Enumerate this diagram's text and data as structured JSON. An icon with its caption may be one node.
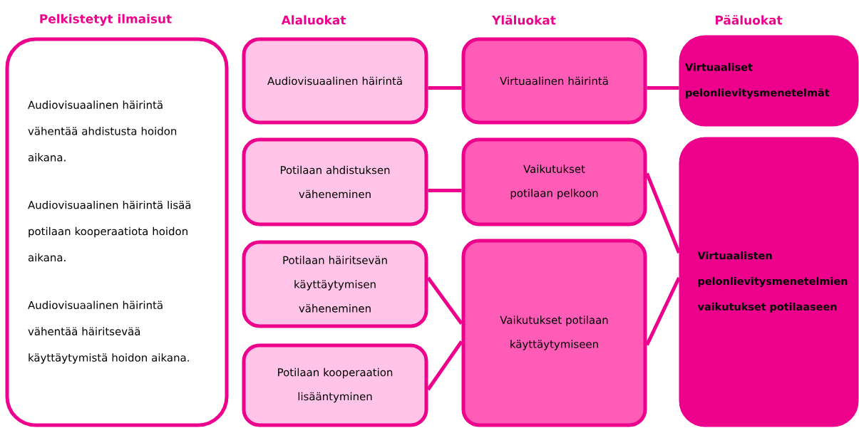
{
  "diagram": {
    "nodes": [
      {
        "text": [
          "Audiovisuaalinen häirintä vähentää ahdistusta hoidon aikana.",
          "Audiovisuaalinen häirintä lisää potilaan kooperaatiota hoidon aikana.",
          "Audiovisuaalinen häirintä vähentää häiritsevää käyttäytymistä hoidon aikana."
        ]
      },
      {
        "text": [
          "Audiovisuaalinen häirintä"
        ]
      },
      {
        "text": [
          "Potilaan ahdistuksen väheneminen"
        ]
      },
      {
        "text": [
          "Potilaan häiritsevän käyttäytymisen väheneminen"
        ]
      },
      {
        "text": [
          "Potilaan kooperaation lisääntyminen"
        ]
      },
      {
        "text": [
          "Virtuaalinen häirintä"
        ]
      },
      {
        "text": [
          "Vaikutukset potilaan pelkoon"
        ]
      },
      {
        "text": [
          "Vaikutukset potilaan käyttäytymiseen"
        ]
      },
      {
        "text": [
          "Virtuaaliset pelonlievitysmenetelmät"
        ]
      },
      {
        "text": [
          "Virtuaalisten pelonlievitysmenetelmien vaikutukset potilaaseen"
        ]
      }
    ],
    "edges": [
      {
        "from": 1,
        "to": 5,
        "arrow": "none"
      },
      {
        "from": 5,
        "to": 8,
        "arrow": "none"
      },
      {
        "from": 2,
        "to": 6,
        "arrow": "none"
      },
      {
        "from": 3,
        "to": 7,
        "arrow": "none"
      },
      {
        "from": 4,
        "to": 7,
        "arrow": "none"
      },
      {
        "from": 6,
        "to": 9,
        "arrow": "none"
      },
      {
        "from": 7,
        "to": 9,
        "arrow": "none"
      }
    ],
    "labels": [
      "Pelkistetyt ilmaisut",
      "Alaluokat",
      "Yläluokat",
      "Pääluokat"
    ]
  }
}
